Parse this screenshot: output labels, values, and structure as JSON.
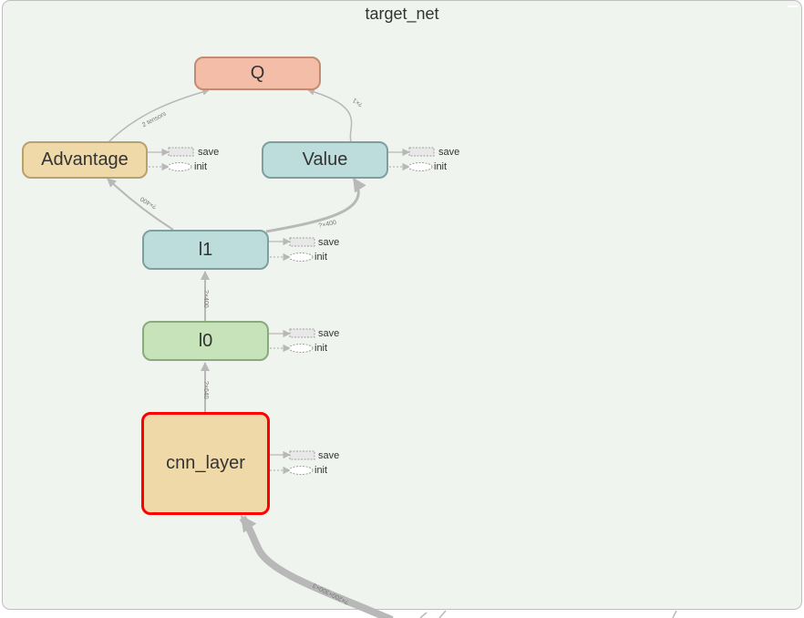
{
  "panel": {
    "title": "target_net"
  },
  "nodes": {
    "q": {
      "label": "Q",
      "fill": "#f4bda8",
      "border": "#c48a72"
    },
    "advantage": {
      "label": "Advantage",
      "fill": "#f0d9a8",
      "border": "#b9a06f"
    },
    "value": {
      "label": "Value",
      "fill": "#bddcdc",
      "border": "#7f9f9f"
    },
    "l1": {
      "label": "l1",
      "fill": "#bddcdc",
      "border": "#7f9f9f"
    },
    "l0": {
      "label": "l0",
      "fill": "#c7e3b9",
      "border": "#8aa97f"
    },
    "cnn_layer": {
      "label": "cnn_layer",
      "fill": "#f0d9a8",
      "border": "#ff0000"
    }
  },
  "aux": {
    "save_label": "save",
    "init_label": "init"
  },
  "edges": {
    "advantage_to_q": "2 tensors",
    "value_to_q": "?×1",
    "l1_to_advantage": "?×400",
    "l1_to_value": "?×400",
    "l0_to_l1": "?×400",
    "cnn_to_l0": "?×640",
    "input_to_cnn": "?×200×300×3"
  }
}
